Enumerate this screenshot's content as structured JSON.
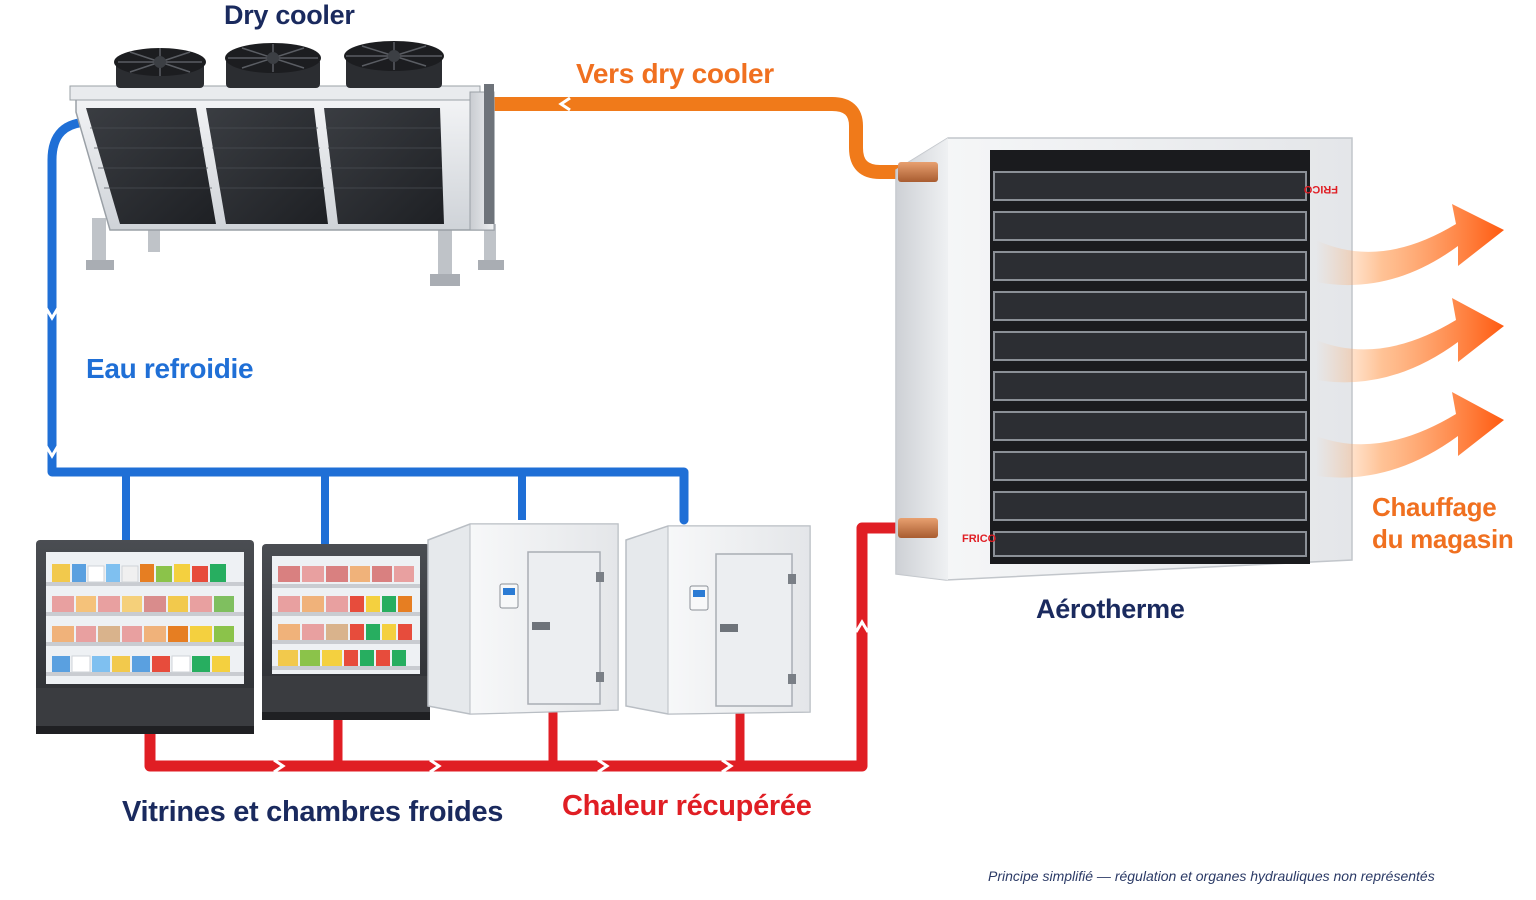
{
  "labels": {
    "dry_cooler": "Dry cooler",
    "vers_dry_cooler": "Vers dry cooler",
    "eau_refroidie": "Eau refroidie",
    "aerotherme": "Aérotherme",
    "chauffage_line1": "Chauffage",
    "chauffage_line2": "du magasin",
    "vitrines": "Vitrines et chambres froides",
    "chaleur": "Chaleur récupérée",
    "note": "Principe simplifié — régulation et organes hydrauliques non représentés",
    "brand": "FRICO"
  },
  "colors": {
    "blue_pipe": "#1f6fd6",
    "orange_pipe": "#f07a1a",
    "red_pipe": "#e01e24",
    "navy_text": "#1a2a5e",
    "heat_arrow": "#ff6a1a"
  },
  "icons": {
    "dry_cooler": "dry-cooler-unit",
    "aerotherme": "unit-heater",
    "display_case": "refrigerated-display-case",
    "cold_room": "cold-room"
  }
}
